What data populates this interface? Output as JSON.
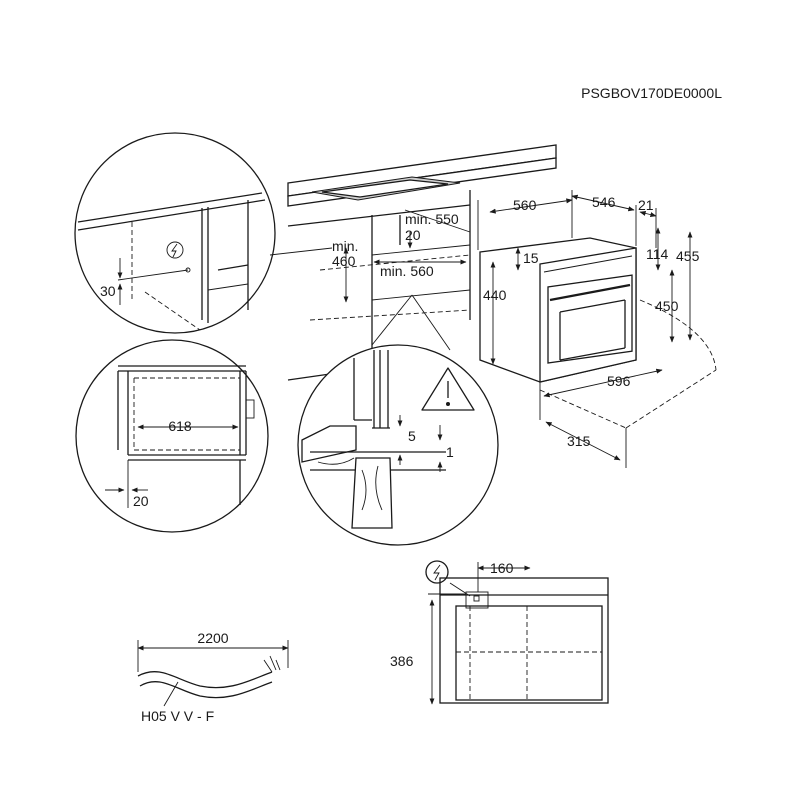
{
  "header": {
    "model_code": "PSGBOV170DE0000L"
  },
  "dimensions": {
    "oven_width": "560",
    "oven_depth": "546",
    "front_panel": "21",
    "panel_top": "114",
    "total_height": "455",
    "inner_height": "450",
    "top_gap": "15",
    "front_height": "440",
    "front_width": "596",
    "door_swing": "315",
    "niche_min_depth": "min. 550",
    "niche_gap": "20",
    "niche_min_width": "min. 560",
    "niche_min_height_label": "min.",
    "niche_min_height": "460",
    "socket_height": "30",
    "inner_width": "618",
    "side_gap": "20",
    "step_5": "5",
    "step_1": "1",
    "socket_offset": "160",
    "socket_height_rear": "386",
    "cable_length": "2200",
    "cable_type": "H05 V V - F"
  },
  "icons": [
    "warning-icon",
    "electric-socket-icon"
  ]
}
